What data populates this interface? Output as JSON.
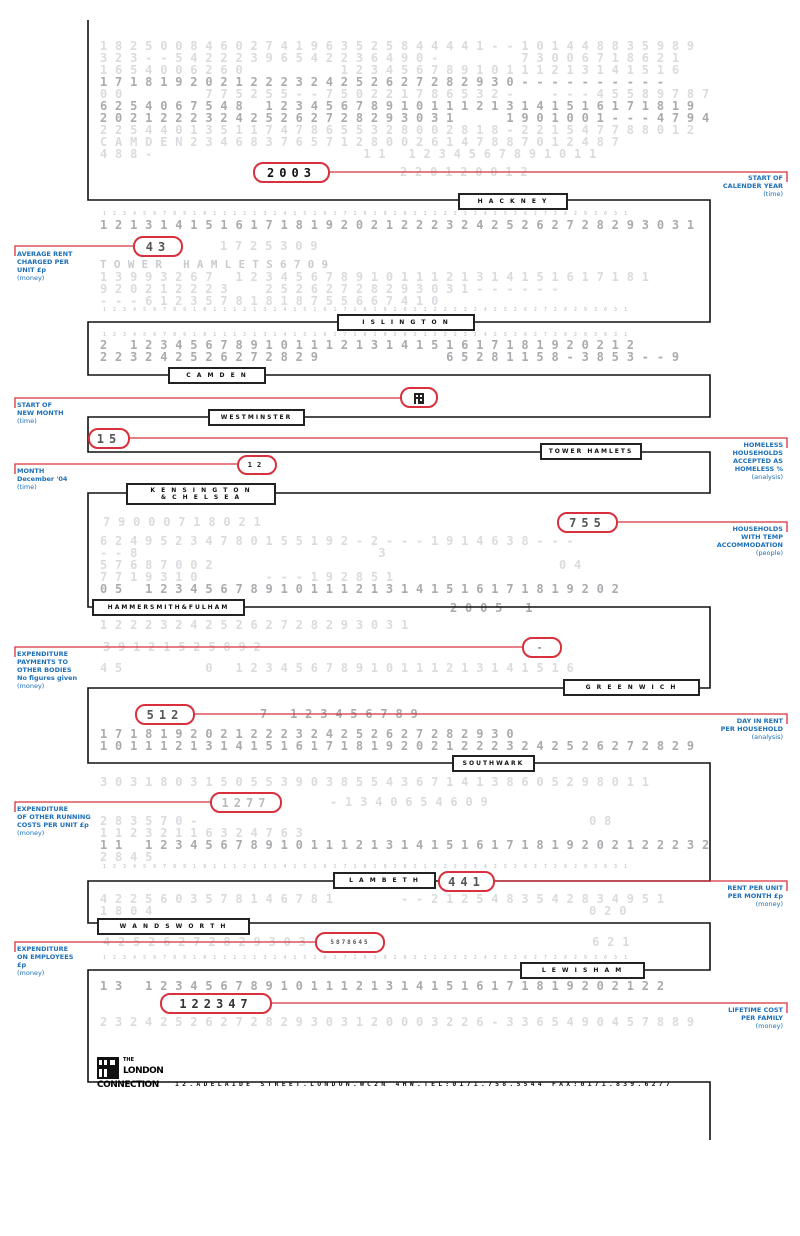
{
  "boroughs": {
    "hackney": "H A C K N E Y",
    "islington": "I S L I N G T O N",
    "camden": "C A M D E N",
    "westminster": "WESTMINSTER",
    "tower_hamlets": "TOWER HAMLETS",
    "kensington": "K E N S I N G T O N\n& C H E L S E A",
    "hammersmith": "HAMMERSMITH&FULHAM",
    "greenwich": "G R E E N W I C H",
    "southwark": "SOUTHWARK",
    "lambeth": "L A M B E T H",
    "wandsworth": "W A N D S W O R T H",
    "lewisham": "L E W I S H A M"
  },
  "callouts": [
    {
      "value": "2003",
      "label": "START OF\nCALENDER YEAR",
      "sub": "(time)"
    },
    {
      "value": "43",
      "label": "AVERAGE RENT\nCHARGED PER\nUNIT £p",
      "sub": "(money)"
    },
    {
      "value": "",
      "icon": "building-icon",
      "label": "START OF\nNEW MONTH",
      "sub": "(time)"
    },
    {
      "value": "15",
      "label": "HOMELESS\nHOUSEHOLDS\nACCEPTED AS\nHOMELESS %",
      "sub": "(analysis)"
    },
    {
      "value": "12",
      "label": "MONTH\nDecember '04",
      "sub": "(time)"
    },
    {
      "value": "755",
      "label": "HOUSEHOLDS\nWITH TEMP\nACCOMMODATION",
      "sub": "(people)"
    },
    {
      "value": "-",
      "label": "EXPENDITURE\nPAYMENTS TO\nOTHER BODIES\nNo figures given",
      "sub": "(money)"
    },
    {
      "value": "512",
      "label": "DAY IN RENT\nPER HOUSEHOLD",
      "sub": "(analysis)"
    },
    {
      "value": "1277",
      "label": "EXPENDITURE\nOF OTHER RUNNING\nCOSTS PER UNIT £p",
      "sub": "(money)"
    },
    {
      "value": "441",
      "label": "RENT PER UNIT\nPER MONTH £p",
      "sub": "(money)"
    },
    {
      "value": "5878645",
      "label": "EXPENDITURE\nON EMPLOYEES\n£p",
      "sub": "(money)"
    },
    {
      "value": "122347",
      "label": "LIFETIME COST\nPER FAMILY",
      "sub": "(money)"
    }
  ],
  "background_rows": [
    "1 8 2 5 0 0 8 4 6 0 2 7 4 1 9 6 3 5 2 5 8 4 4 4 4 1 - - 1 0 1 4 4 8 8 3 5 9 8 9",
    "3 2 3 - - 5 4 2 2 2 3 9 6 5 4 2 2 3 6 4 9 0 -           7 3 0 0 6 7 1 8 6 2 1",
    "1 6 5 4 0 0 6 2 6 0             1 2 3 4 5 6 7 8 9 1 0 1 1 1 2 1 3 1 4 1 5 1 6",
    "1 7 1 8 1 9 2 0 2 1 2 2 2 3 2 4 2 5 2 6 2 7 2 8 2 9 3 0 - - - - - - - - - -",
    "2 2 0 1 2 0 0 1 2",
    "0 0           7 7 5 2 5 5 - - 7 5 0 2 2 1 7 8 6 5 3 2 -     - - - 4 5 5 8 9 7 8 7",
    "6 2 5 4 0 6 7 5 4 8   1 2 3 4 5 6 7 8 9 1 0 1 1 1 2 1 3 1 4 1 5 1 6 1 7 1 8 1 9",
    "2 0 2 1 2 2 2 3 2 4 2 5 2 6 2 7 2 8 2 9 3 0 3 1       1 9 0 1 0 0 1 - - - 4 7 9 4",
    "2 2 5 4 4 0 1 3 5 1 1 7 4 7 8 6 5 5 3 2 8 0 0 2 8 1 8 - 2 2 1 5 4 7 7 8 8 0 1 2",
    "C A M D E N 2 3 4 6 8 3 7 6 5 7 1 2 8 0 0 2 6 1 4 7 8 8 7 0 1 2 4 8 7",
    "4 8 8 -                            1 1   1 2 3 4 5 6 7 8 9 1 0 1 1",
    "1 2 1 3 1 4 1 5 1 6 1 7 1 8 1 9 2 0 2 1 2 2 2 3 2 4 2 5 2 6 2 7 2 8 2 9 3 0 3 1",
    "T O W E R   H A M L E T S 6 7 0 9",
    "1 3 9 9 3 2 6 7   1 2 3 4 5 6 7 8 9 1 0 1 1 1 2 1 3 1 4 1 5 1 6 1 7 1 8 1",
    "9 2 0 2 1 2 2 2 3     2 5 2 6 2 7 2 8 2 9 3 0 3 1 - - - - - -",
    "2 0 0 5   1",
    "- - - 6 1 2 3 5 7 8 1 8 1 8 7 5 5 6 6 7 4 1 0",
    "1 7 2 5 3 0 9",
    "2   1 2 3 4 5 6 7 8 9 1 0 1 1 1 2 1 3 1 4 1 5 1 6 1 7 1 8 1 9 2 0 2 1 2",
    "2 2 3 2 4 2 5 2 6 2 7 2 8 2 9                 6 5 2 8 1 1 5 8 - 3 8 5 3 - - 9",
    "6 2 4 9 5 2 3 4 7 8 0 1 5 5 1 9 2 - 2 - - - 1 9 1 4 6 3 8 - - -",
    "- - 8                                3",
    "7 9 0 0 0 7 1 8 0 2 1",
    "5 7 6 8 7 0 0 2                                              0 4",
    "7 7 1 9 3 1 0         - - - 1 9 2 8 5 1",
    "3 9 1 2 1 5 2 5 8 9 2",
    "0 5   1 2 3 4 5 6 7 8 9 1 0 1 1 1 2 1 3 1 4 1 5 1 6 1 7 1 8 1 9 2 0 2",
    "1 2 2 2 3 2 4 2 5 2 6 2 7 2 8 2 9 3 0 3 1",
    "4 5           0   1 2 3 4 5 6 7 8 9 1 0 1 1 1 2 1 3 1 4 1 5 1 6",
    "1 7 1 8 1 9 2 0 2 1 2 2 2 3 2 4 2 5 2 6 2 7 2 8 2 9 3 0",
    "7   1 2 3 4 5 6 7 8 9",
    "1 0 1 1 1 2 1 3 1 4 1 5 1 6 1 7 1 8 1 9 2 0 2 1 2 2 2 3 2 4 2 5 2 6 2 7 2 8 2 9",
    "3 0 3 1 8 0 3 1 5 0 5 5 3 9 0 3 8 5 5 4 3 6 7 1 4 1 3 8 6 0 5 2 9 8 0 1 1",
    "2 8 3 5 7 0 -                                                    0 8",
    "- 1 3 4 0 6 5 4 6 0 9",
    "1 1 2 3 2 1 1 6 3 2 4 7 6 3",
    "1 1   1 2 3 4 5 6 7 8 9 1 0 1 1 1 2 1 3 1 4 1 5 1 6 1 7 1 8 1 9 2 0 2 1 2 2 2 3 2",
    "4 2 5 2 6 2 7 2 8 2 9 3 0 3 1                                    6 2 1",
    "2 8 4 5",
    "4 2 2 5 6 0 3 5 7 8 1 4 6 7 8 1         - - 2 1 2 5 4 8 3 5 4 2 8 3 4 9 5 1",
    "1 8 0 4                                                          0 2 0",
    "1 3   1 2 3 4 5 6 7 8 9 1 0 1 1 1 2 1 3 1 4 1 5 1 6 1 7 1 8 1 9 2 0 2 1 2 2",
    "2 3 2 4 2 5 2 6 2 7 2 8 2 9 3 0 3 1 2 0 0 0 3 2 2 6 - 3 3 6 5 4 9 0 4 5 7 8 8 9"
  ],
  "tiny_row": "1 2 3 4 5 6 7 8 9 1 0 1 1 1 2 1 3 1 4 1 5 1 6 1 7 1 8 1 9 2 0 2 1 2 2 2 3 2 4 2 5 2 6 2 7 2 8 2 9 3 0 3 1",
  "footer": {
    "logo_line1": "LONDON",
    "logo_line2": "CONNECTION",
    "logo_small": "THE",
    "address": "12.ADELAIDE STREET.LONDON.WC2N 4HW.TEL:0171.758.5544 FAX:0171.839.6277"
  },
  "colors": {
    "line": "#111111",
    "accent": "#d8303c",
    "label": "#1c6fb8",
    "bg_digits": "#d9dbde"
  }
}
